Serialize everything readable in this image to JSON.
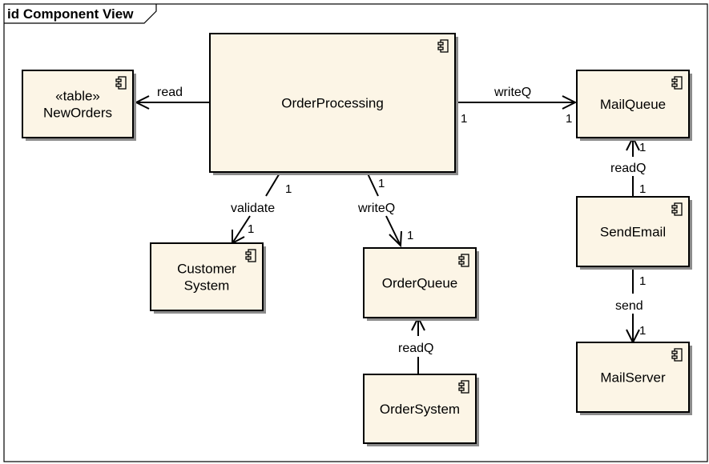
{
  "frame": {
    "title": "id Component View"
  },
  "components": {
    "new_orders": {
      "lines": [
        "«table»",
        "NewOrders"
      ]
    },
    "order_processing": {
      "lines": [
        "OrderProcessing"
      ]
    },
    "mail_queue": {
      "lines": [
        "MailQueue"
      ]
    },
    "customer_system": {
      "lines": [
        "Customer",
        "System"
      ]
    },
    "order_queue": {
      "lines": [
        "OrderQueue"
      ]
    },
    "send_email": {
      "lines": [
        "SendEmail"
      ]
    },
    "order_system": {
      "lines": [
        "OrderSystem"
      ]
    },
    "mail_server": {
      "lines": [
        "MailServer"
      ]
    }
  },
  "connectors": {
    "read": {
      "label": "read",
      "source_mult": "",
      "target_mult": ""
    },
    "write_mail_queue": {
      "label": "writeQ",
      "source_mult": "1",
      "target_mult": "1"
    },
    "validate": {
      "label": "validate",
      "source_mult": "1",
      "target_mult": "1"
    },
    "write_order_queue": {
      "label": "writeQ",
      "source_mult": "1",
      "target_mult": "1"
    },
    "read_mail_queue": {
      "label": "readQ",
      "source_mult": "1",
      "target_mult": "1"
    },
    "read_order_queue": {
      "label": "readQ",
      "source_mult": "",
      "target_mult": ""
    },
    "send": {
      "label": "send",
      "source_mult": "1",
      "target_mult": "1"
    }
  },
  "colors": {
    "component_fill": "#fcf5e6",
    "shadow": "#8c8c8c",
    "line": "#000000"
  }
}
